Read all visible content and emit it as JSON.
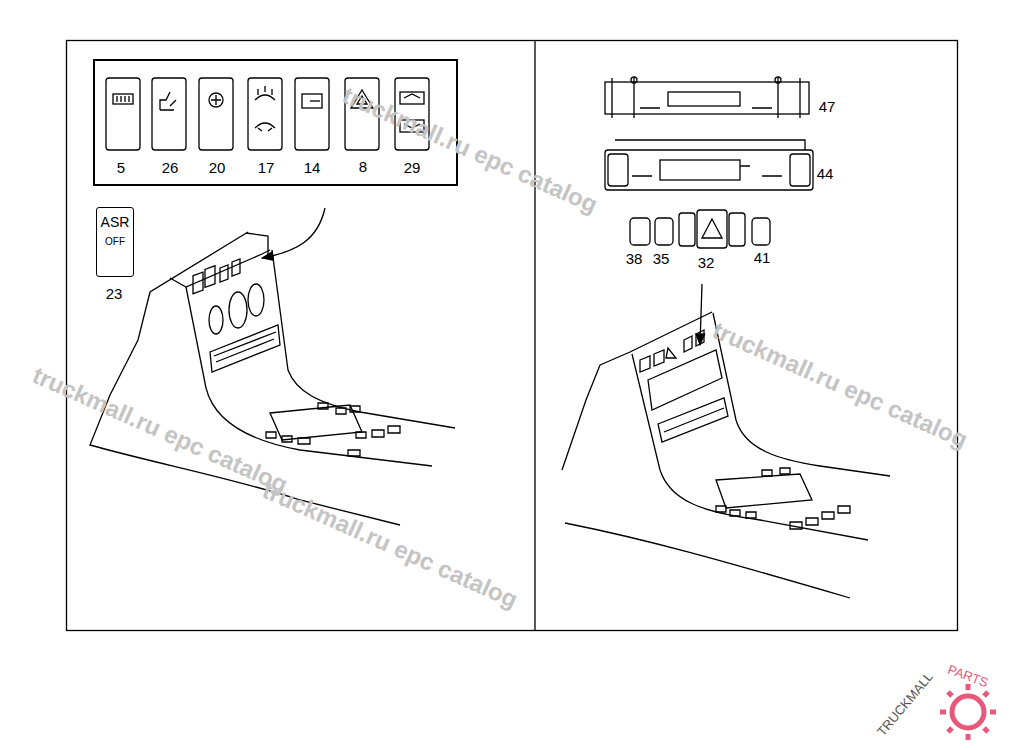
{
  "diagram": {
    "nodes": [
      {
        "text": [
          "ASR",
          "OFF"
        ]
      }
    ],
    "labels": [
      "5",
      "26",
      "20",
      "17",
      "14",
      "8",
      "29",
      "23",
      "47",
      "44",
      "38",
      "35",
      "32",
      "41",
      "truckmall.ru epc catalog",
      "truckmall.ru epc catalog",
      "truckmall.ru epc catalog",
      "truckmall.ru epc catalog",
      "TRUCKMALL",
      "PARTS"
    ]
  }
}
